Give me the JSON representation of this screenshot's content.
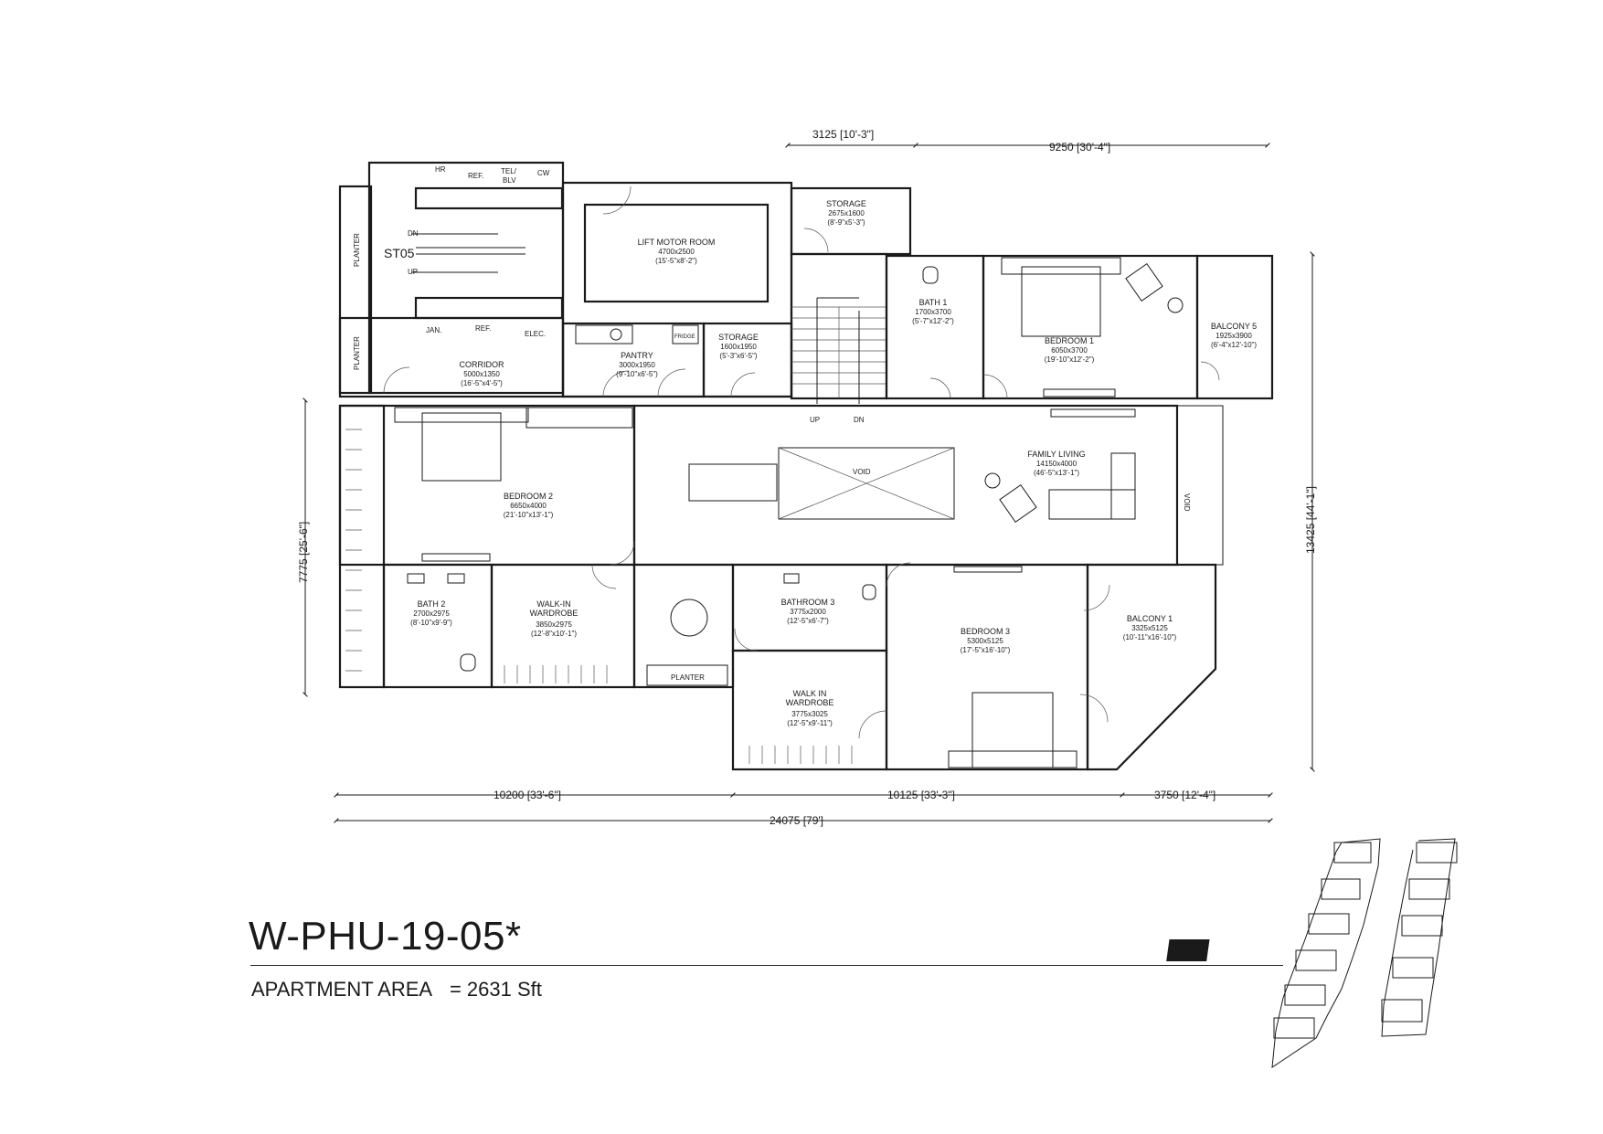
{
  "unit": {
    "title": "W-PHU-19-05*",
    "area_label": "APARTMENT AREA",
    "area_value": "= 2631 Sft"
  },
  "rooms": {
    "lift_motor_room": {
      "name": "LIFT MOTOR ROOM",
      "dim": "4700x2500",
      "dim_imp": "(15'-5\"x8'-2\")"
    },
    "storage_top": {
      "name": "STORAGE",
      "dim": "2675x1600",
      "dim_imp": "(8'-9\"x5'-3\")"
    },
    "pantry": {
      "name": "PANTRY",
      "dim": "3000x1950",
      "dim_imp": "(9'-10\"x6'-5\")"
    },
    "storage_mid": {
      "name": "STORAGE",
      "dim": "1600x1950",
      "dim_imp": "(5'-3\"x6'-5\")"
    },
    "corridor": {
      "name": "CORRIDOR",
      "dim": "5000x1350",
      "dim_imp": "(16'-5\"x4'-5\")"
    },
    "bath_1": {
      "name": "BATH 1",
      "dim": "1700x3700",
      "dim_imp": "(5'-7\"x12'-2\")"
    },
    "bedroom_1": {
      "name": "BEDROOM 1",
      "dim": "6050x3700",
      "dim_imp": "(19'-10\"x12'-2\")"
    },
    "balcony_5": {
      "name": "BALCONY 5",
      "dim": "1925x3900",
      "dim_imp": "(6'-4\"x12'-10\")"
    },
    "bedroom_2": {
      "name": "BEDROOM 2",
      "dim": "6650x4000",
      "dim_imp": "(21'-10\"x13'-1\")"
    },
    "family_living": {
      "name": "FAMILY LIVING",
      "dim": "14150x4000",
      "dim_imp": "(46'-5\"x13'-1\")"
    },
    "bath_2": {
      "name": "BATH 2",
      "dim": "2700x2975",
      "dim_imp": "(8'-10\"x9'-9\")"
    },
    "walkin_wardrobe_2": {
      "name": "WALK-IN",
      "name2": "WARDROBE",
      "dim": "3850x2975",
      "dim_imp": "(12'-8\"x10'-1\")"
    },
    "bathroom_3": {
      "name": "BATHROOM 3",
      "dim": "3775x2000",
      "dim_imp": "(12'-5\"x6'-7\")"
    },
    "walkin_wardrobe_3": {
      "name": "WALK IN",
      "name2": "WARDROBE",
      "dim": "3775x3025",
      "dim_imp": "(12'-5\"x9'-11\")"
    },
    "bedroom_3": {
      "name": "BEDROOM 3",
      "dim": "5300x5125",
      "dim_imp": "(17'-5\"x16'-10\")"
    },
    "balcony_1": {
      "name": "BALCONY 1",
      "dim": "3325x5125",
      "dim_imp": "(10'-11\"x16'-10\")"
    }
  },
  "labels": {
    "void": "VOID",
    "void_side": "VOID",
    "planter": "PLANTER",
    "planter_bottom": "PLANTER",
    "stair": "ST05",
    "dn": "DN",
    "up": "UP",
    "hr": "HR",
    "ref": "REF.",
    "tel": "TEL/",
    "blv": "BLV",
    "cw": "CW",
    "jan": "JAN.",
    "elec": "ELEC.",
    "fridge": "FRIDGE"
  },
  "dimensions": {
    "top_1": "3125 [10'-3\"]",
    "top_2": "9250 [30'-4\"]",
    "left": "7775 [25'-6\"]",
    "right": "13425 [44'-1\"]",
    "bottom_1": "10200 [33'-6\"]",
    "bottom_2": "10125 [33'-3\"]",
    "bottom_3": "3750 [12'-4\"]",
    "bottom_total": "24075 [79']"
  }
}
